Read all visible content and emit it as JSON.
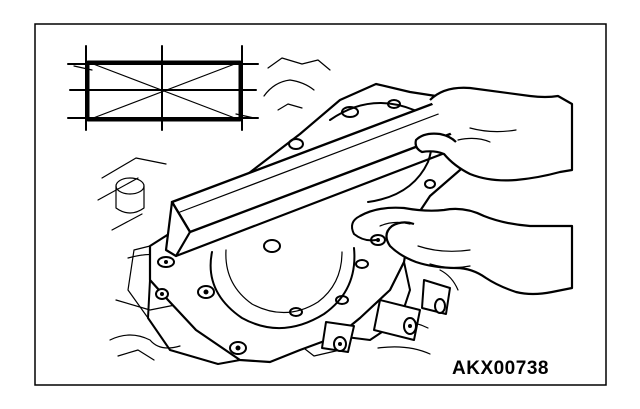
{
  "figure": {
    "reference_code": "AKX00738",
    "frame_color": "#000000",
    "background_color": "#ffffff",
    "depicted_parts": [
      "flatness-check-diagram-icon",
      "cylinder-head-gasket-surface",
      "straight-edge",
      "hands"
    ]
  }
}
